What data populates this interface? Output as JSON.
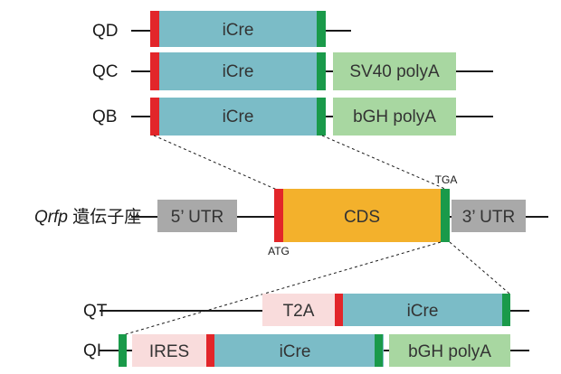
{
  "colors": {
    "icre": "#7bbcc7",
    "red": "#e2262a",
    "green": "#1a9a4a",
    "polyA": "#a8d7a1",
    "utr": "#a9a9a9",
    "cds": "#f3b12c",
    "ires": "#f9dcdc",
    "line": "#1a1a1a"
  },
  "constructs": {
    "qd": {
      "label": "QD",
      "icre": "iCre"
    },
    "qc": {
      "label": "QC",
      "icre": "iCre",
      "polyA": "SV40 polyA"
    },
    "qb": {
      "label": "QB",
      "icre": "iCre",
      "polyA": "bGH polyA"
    }
  },
  "locus": {
    "name_italic": "Qrfp",
    "name_suffix": " 遺伝子座",
    "utr5": "5’ UTR",
    "cds": "CDS",
    "utr3": "3’ UTR",
    "start_codon": "ATG",
    "stop_codon": "TGA"
  },
  "knockins": {
    "qt": {
      "label": "QT",
      "t2a": "T2A",
      "icre": "iCre"
    },
    "qi": {
      "label": "QI",
      "ires": "IRES",
      "icre": "iCre",
      "polyA": "bGH polyA"
    }
  }
}
